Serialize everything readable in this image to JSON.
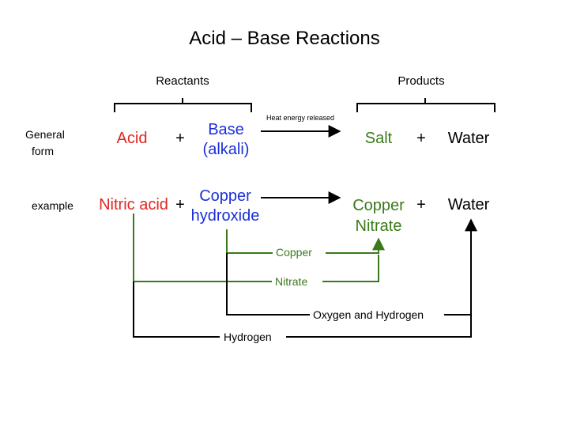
{
  "title": "Acid – Base Reactions",
  "headers": {
    "reactants": "Reactants",
    "products": "Products"
  },
  "arrow_note": "Heat energy released",
  "general": {
    "row_label_line1": "General",
    "row_label_line2": "form",
    "acid": "Acid",
    "plus1": "+",
    "base_line1": "Base",
    "base_line2": "(alkali)",
    "salt": "Salt",
    "plus2": "+",
    "water": "Water"
  },
  "example": {
    "row_label": "example",
    "acid": "Nitric acid",
    "plus1": "+",
    "base_line1": "Copper",
    "base_line2": "hydroxide",
    "salt_line1": "Copper",
    "salt_line2": "Nitrate",
    "plus2": "+",
    "water": "Water"
  },
  "flows": {
    "copper": "Copper",
    "nitrate": "Nitrate",
    "oxygen_hydrogen": "Oxygen and Hydrogen",
    "hydrogen": "Hydrogen"
  },
  "colors": {
    "acid": "#e0261f",
    "base": "#1a2fd6",
    "salt": "#3a7a1a",
    "text": "#000000"
  }
}
